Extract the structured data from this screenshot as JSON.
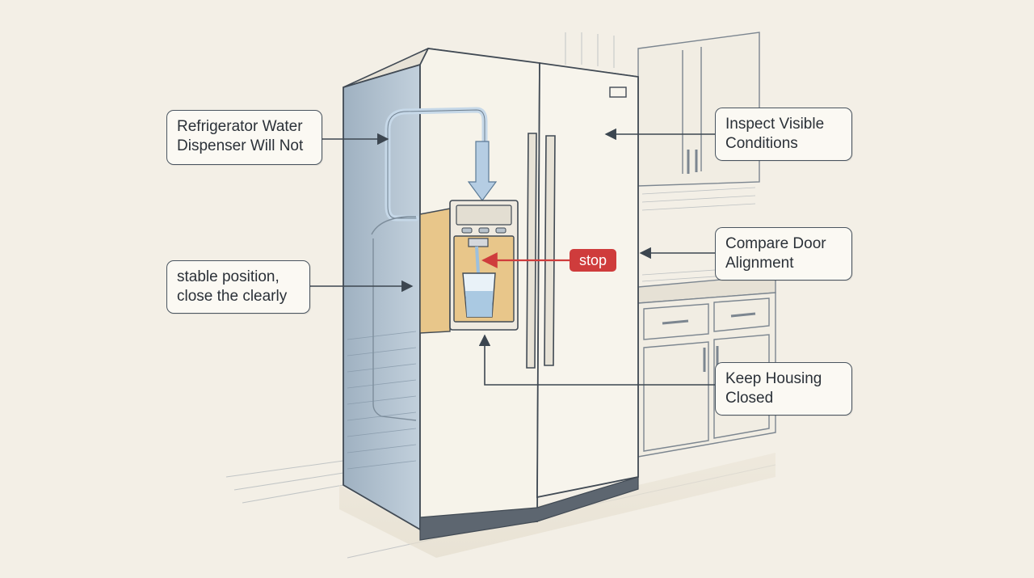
{
  "callouts": {
    "refrigerator_water": {
      "line1": "Refrigerator Water",
      "line2": "Dispenser Will Not"
    },
    "stable_position": {
      "line1": "stable position,",
      "line2": "close the clearly"
    },
    "inspect_visible": {
      "line1": "Inspect Visible",
      "line2": "Conditions"
    },
    "compare_door": {
      "line1": "Compare Door",
      "line2": "Alignment"
    },
    "keep_housing": {
      "line1": "Keep Housing",
      "line2": "Closed"
    }
  },
  "stop_tag": "stop",
  "colors": {
    "background": "#f3efe6",
    "fridge_body": "#f6f3ea",
    "fridge_side": "#aebfcd",
    "outline": "#414a54",
    "dispenser_recess": "#e8c68a",
    "water_line": "#c6d8e8",
    "stop_red": "#cf3c3c"
  },
  "icons": [
    "refrigerator-illustration",
    "water-glass-icon",
    "water-flow-arrow-icon",
    "door-handle-icon"
  ]
}
